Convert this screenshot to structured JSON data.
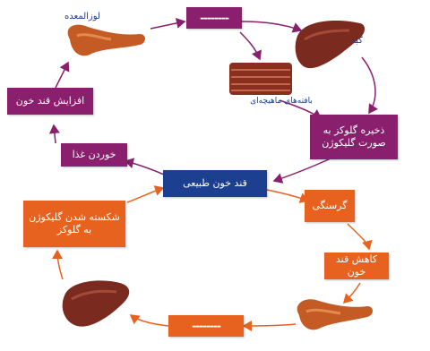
{
  "labels": {
    "pancreas_top": "لوزالمعده",
    "liver_top": "کبد",
    "muscle": "بافته‌های ماهیچه‌ای"
  },
  "boxes": {
    "hormone_top": "--------",
    "increase_sugar": "افزایش قند خون",
    "eating": "خوردن غذا",
    "normal_sugar": "قند خون طبیعی",
    "store_glucose": "ذخیره گلوکز به صورت گلیکوژن",
    "hunger": "گرسنگی",
    "decrease_sugar": "کاهش قند خون",
    "breakdown_glycogen": "شکسته شدن گلیکوژن به گلوکز",
    "hormone_bottom": "--------"
  },
  "colors": {
    "purple": "#8a1f6e",
    "orange": "#e8621f",
    "blue": "#1d3f8f",
    "liver": "#7a2a1e",
    "pancreas": "#c45a24",
    "muscle": "#8a2e1f"
  },
  "icons": [
    "pancreas-icon",
    "liver-icon",
    "muscle-tissue-icon"
  ]
}
